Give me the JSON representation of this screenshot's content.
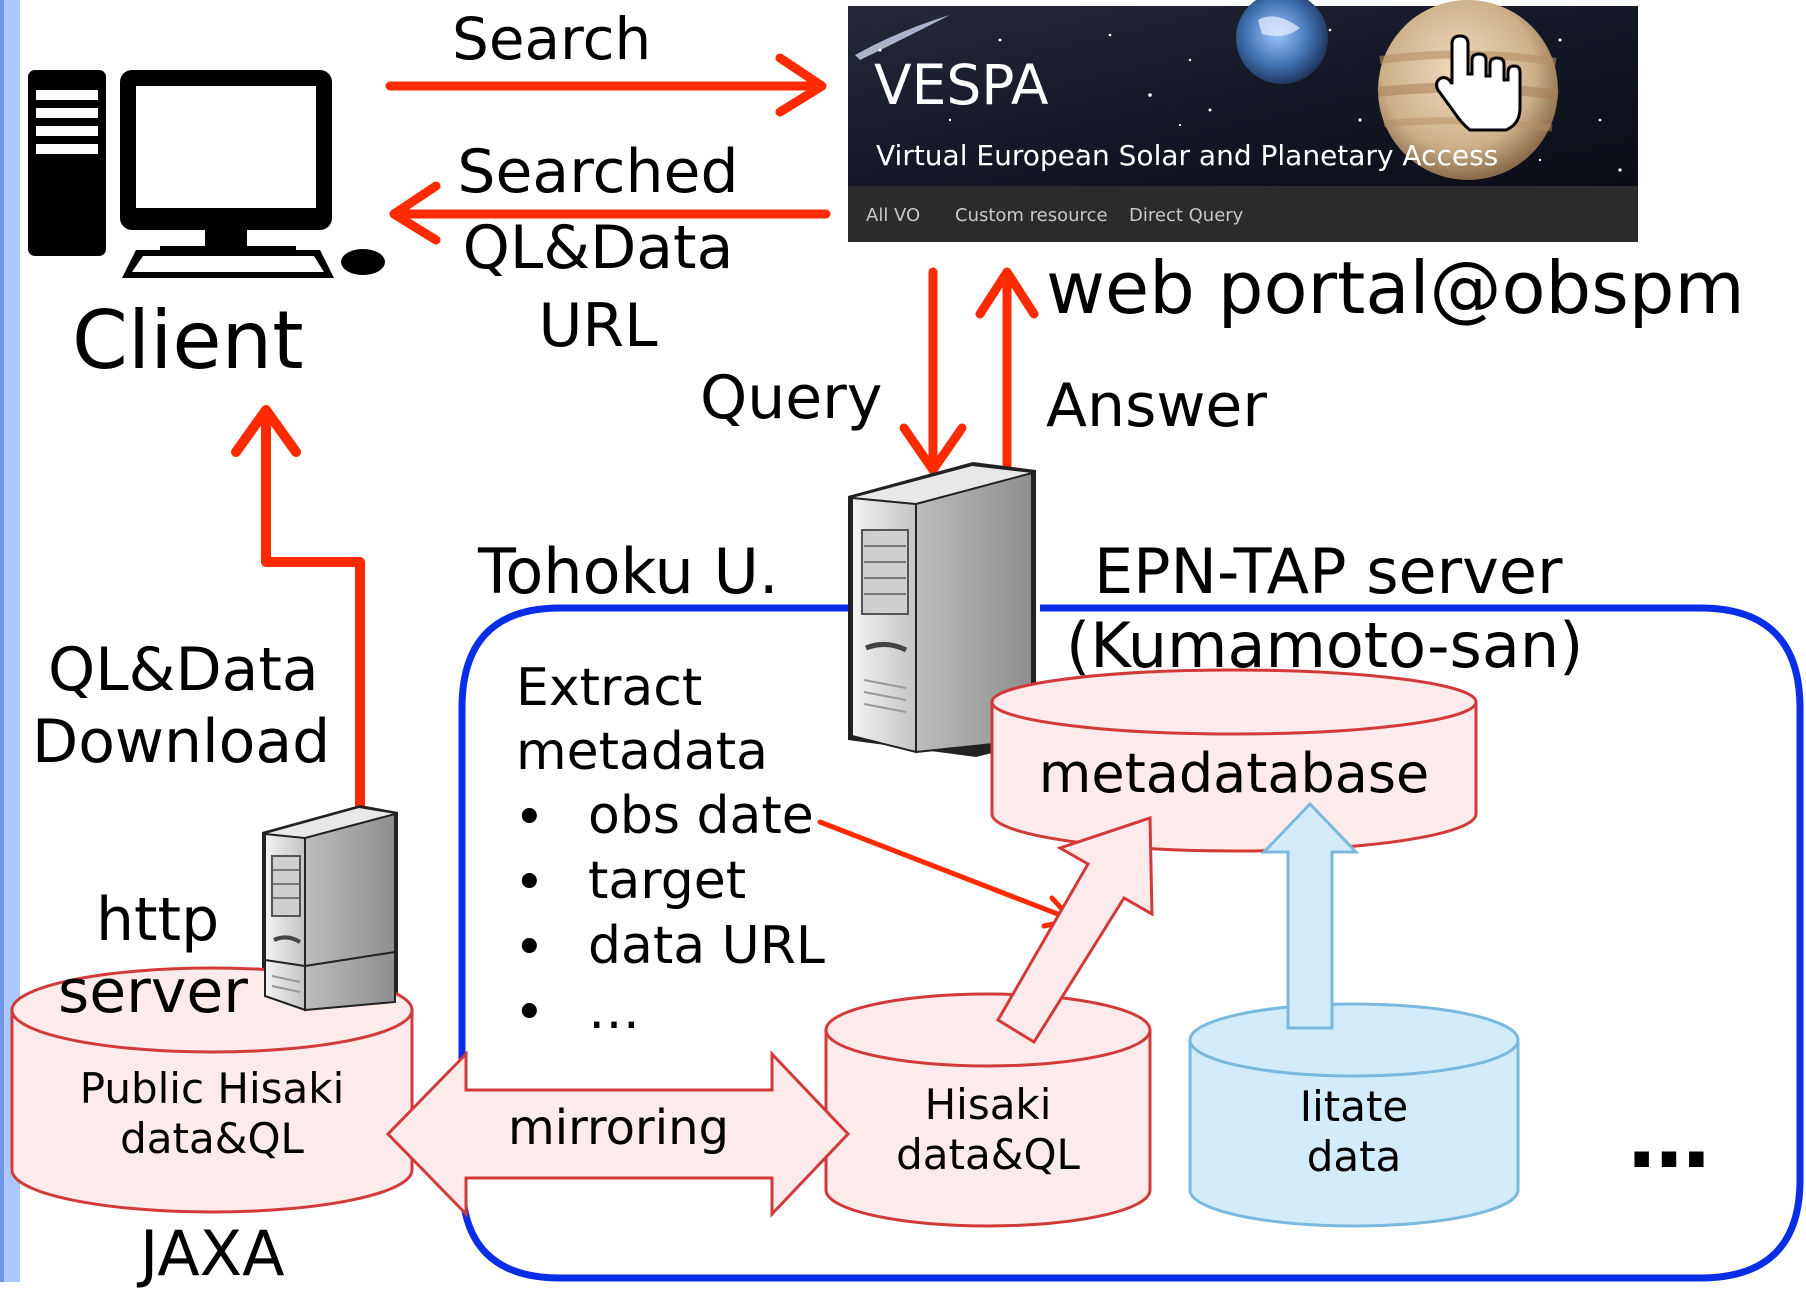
{
  "top": {
    "search_label": "Search",
    "searched_label": [
      "Searched",
      "QL&Data",
      "URL"
    ],
    "web_portal_label": "web portal@obspm"
  },
  "client": {
    "label": "Client"
  },
  "vespa": {
    "title": "VESPA",
    "subtitle": "Virtual European Solar and Planetary Access",
    "nav": [
      "All VO",
      "Custom resource",
      "Direct Query"
    ]
  },
  "epn": {
    "query_label": "Query",
    "answer_label": "Answer",
    "site_label": "Tohoku U.",
    "server_label": "EPN-TAP server",
    "owner_label": "(Kumamoto-san)"
  },
  "extract": {
    "heading": [
      "Extract",
      "metadata"
    ],
    "items": [
      "obs date",
      "target",
      "data URL",
      "…"
    ]
  },
  "databases": {
    "metadatabase": "metadatabase",
    "hisaki": [
      "Hisaki",
      "data&QL"
    ],
    "iitate": [
      "Iitate",
      "data"
    ],
    "public_hisaki": [
      "Public Hisaki",
      "data&QL"
    ],
    "more": "…"
  },
  "jaxa": {
    "download_label": [
      "QL&Data",
      "Download"
    ],
    "http_label": [
      "http",
      "server"
    ],
    "org_label": "JAXA",
    "mirroring_label": "mirroring"
  },
  "colors": {
    "arrow_red": "#ff2a00",
    "border_blue": "#0a2ee8",
    "db_pink": "#fdeaea",
    "db_pink_stroke": "#d23a3a",
    "db_blue": "#d2ecfb",
    "db_blue_stroke": "#7ab8de",
    "left_bar": "#aac8ff"
  },
  "icons": [
    "desktop-computer-icon",
    "server-tower-icon",
    "database-cylinder-icon",
    "hand-cursor-icon",
    "planet-image"
  ]
}
